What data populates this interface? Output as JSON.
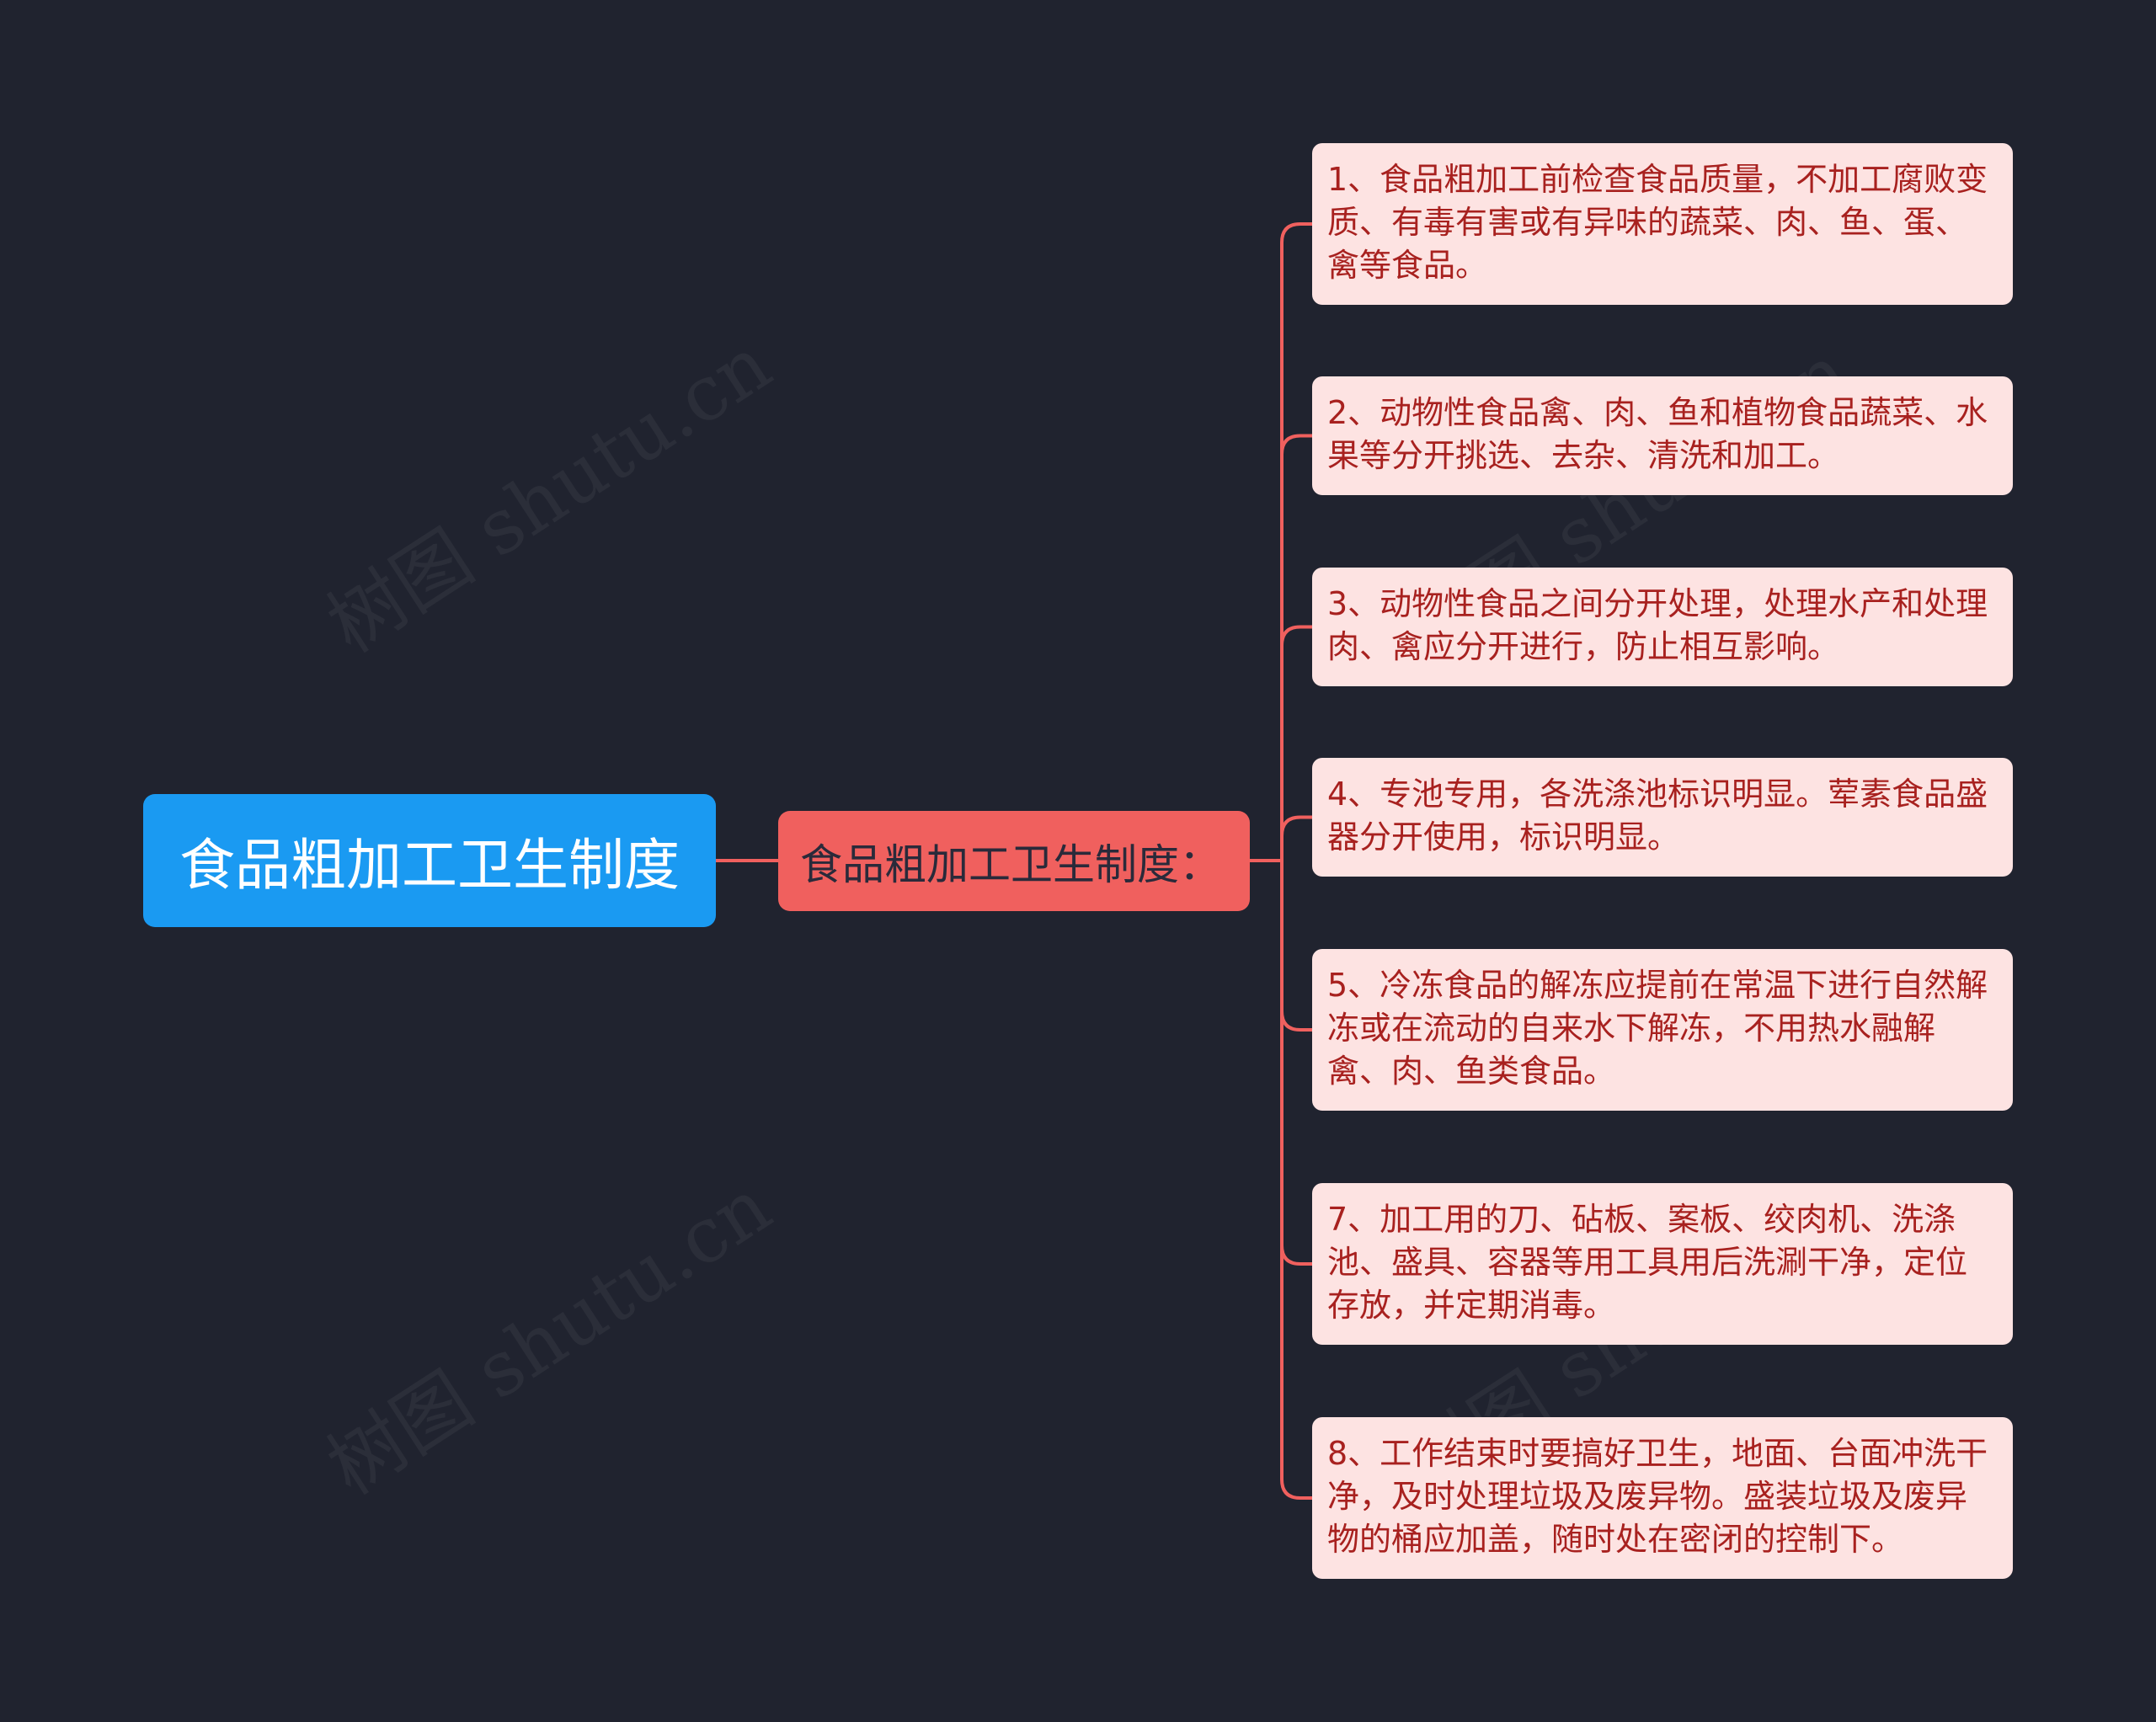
{
  "root": {
    "label": "食品粗加工卫生制度"
  },
  "branch": {
    "label": "食品粗加工卫生制度："
  },
  "leaves": [
    {
      "text": "1、食品粗加工前检查食品质量，不加工腐败变质、有毒有害或有异味的蔬菜、肉、鱼、蛋、禽等食品。"
    },
    {
      "text": "2、动物性食品禽、肉、鱼和植物食品蔬菜、水果等分开挑选、去杂、清洗和加工。"
    },
    {
      "text": "3、动物性食品之间分开处理，处理水产和处理肉、禽应分开进行，防止相互影响。"
    },
    {
      "text": "4、专池专用，各洗涤池标识明显。荤素食品盛器分开使用，标识明显。"
    },
    {
      "text": "5、冷冻食品的解冻应提前在常温下进行自然解冻或在流动的自来水下解冻，不用热水融解禽、肉、鱼类食品。"
    },
    {
      "text": "7、加工用的刀、砧板、案板、绞肉机、洗涤池、盛具、容器等用工具用后洗涮干净，定位存放，并定期消毒。"
    },
    {
      "text": "8、工作结束时要搞好卫生，地面、台面冲洗干净，及时处理垃圾及废异物。盛装垃圾及废异物的桶应加盖，随时处在密闭的控制下。"
    }
  ],
  "watermark": {
    "text": "树图 shutu.cn"
  },
  "colors": {
    "background": "#20232f",
    "root_fill": "#1a9af2",
    "branch_fill": "#f0605e",
    "leaf_fill": "#fde3e2",
    "leaf_text": "#a8211f",
    "connector": "#f0605e"
  }
}
